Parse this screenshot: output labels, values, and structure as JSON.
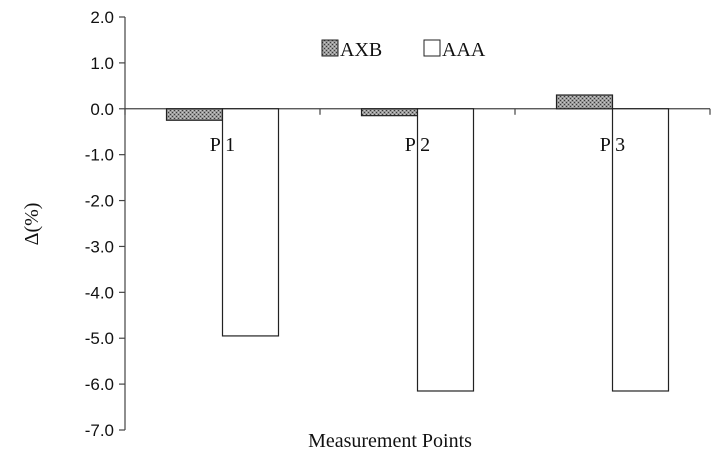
{
  "chart_data": {
    "type": "bar",
    "categories": [
      "P 1",
      "P 2",
      "P 3"
    ],
    "series": [
      {
        "name": "AXB",
        "values": [
          -0.25,
          -0.15,
          0.3
        ],
        "color": "#8a8a8a",
        "pattern": "stipple"
      },
      {
        "name": "AAA",
        "values": [
          -4.95,
          -6.15,
          -6.15
        ],
        "color": "#ffffff"
      }
    ],
    "title": "",
    "xlabel": "Measurement Points",
    "ylabel": "Δ(%)",
    "ylim": [
      -7.0,
      2.0
    ],
    "yticks": [
      "2.0",
      "1.0",
      "0.0",
      "-1.0",
      "-2.0",
      "-3.0",
      "-4.0",
      "-5.0",
      "-6.0",
      "-7.0"
    ],
    "grid": false,
    "legend": "top-center"
  }
}
